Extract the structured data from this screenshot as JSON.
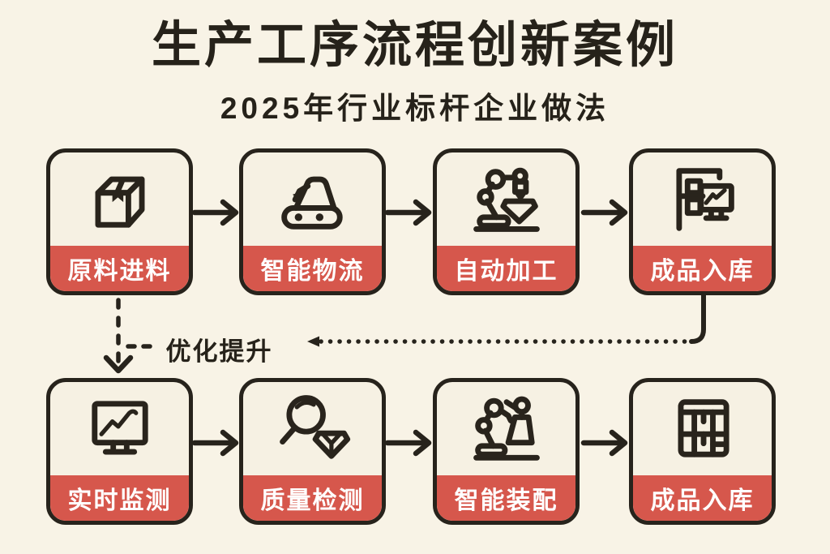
{
  "page": {
    "title": "生产工序流程创新案例",
    "subtitle": "2025年行业标杆企业做法"
  },
  "colors": {
    "background": "#f8f3e6",
    "node_fill": "#f6f1e3",
    "accent_red": "#d6574c",
    "ink": "#27231c",
    "label_text": "#ffffff"
  },
  "flow": {
    "top_row": [
      {
        "label": "原料进料",
        "icon": "package-icon"
      },
      {
        "label": "智能物流",
        "icon": "logistics-vehicle-icon"
      },
      {
        "label": "自动加工",
        "icon": "robot-arm-icon"
      },
      {
        "label": "成品入库",
        "icon": "warehouse-monitor-icon"
      }
    ],
    "bottom_row": [
      {
        "label": "实时监测",
        "icon": "monitor-chart-icon"
      },
      {
        "label": "质量检测",
        "icon": "magnifier-diamond-icon"
      },
      {
        "label": "智能装配",
        "icon": "assembly-robots-icon"
      },
      {
        "label": "成品入库",
        "icon": "storage-rack-icon"
      }
    ],
    "feedback_label": "优化提升",
    "connector_styles": {
      "row_arrows": "solid",
      "feedback_down_arrow": "dashed",
      "feedback_return_line": "dotted"
    }
  }
}
